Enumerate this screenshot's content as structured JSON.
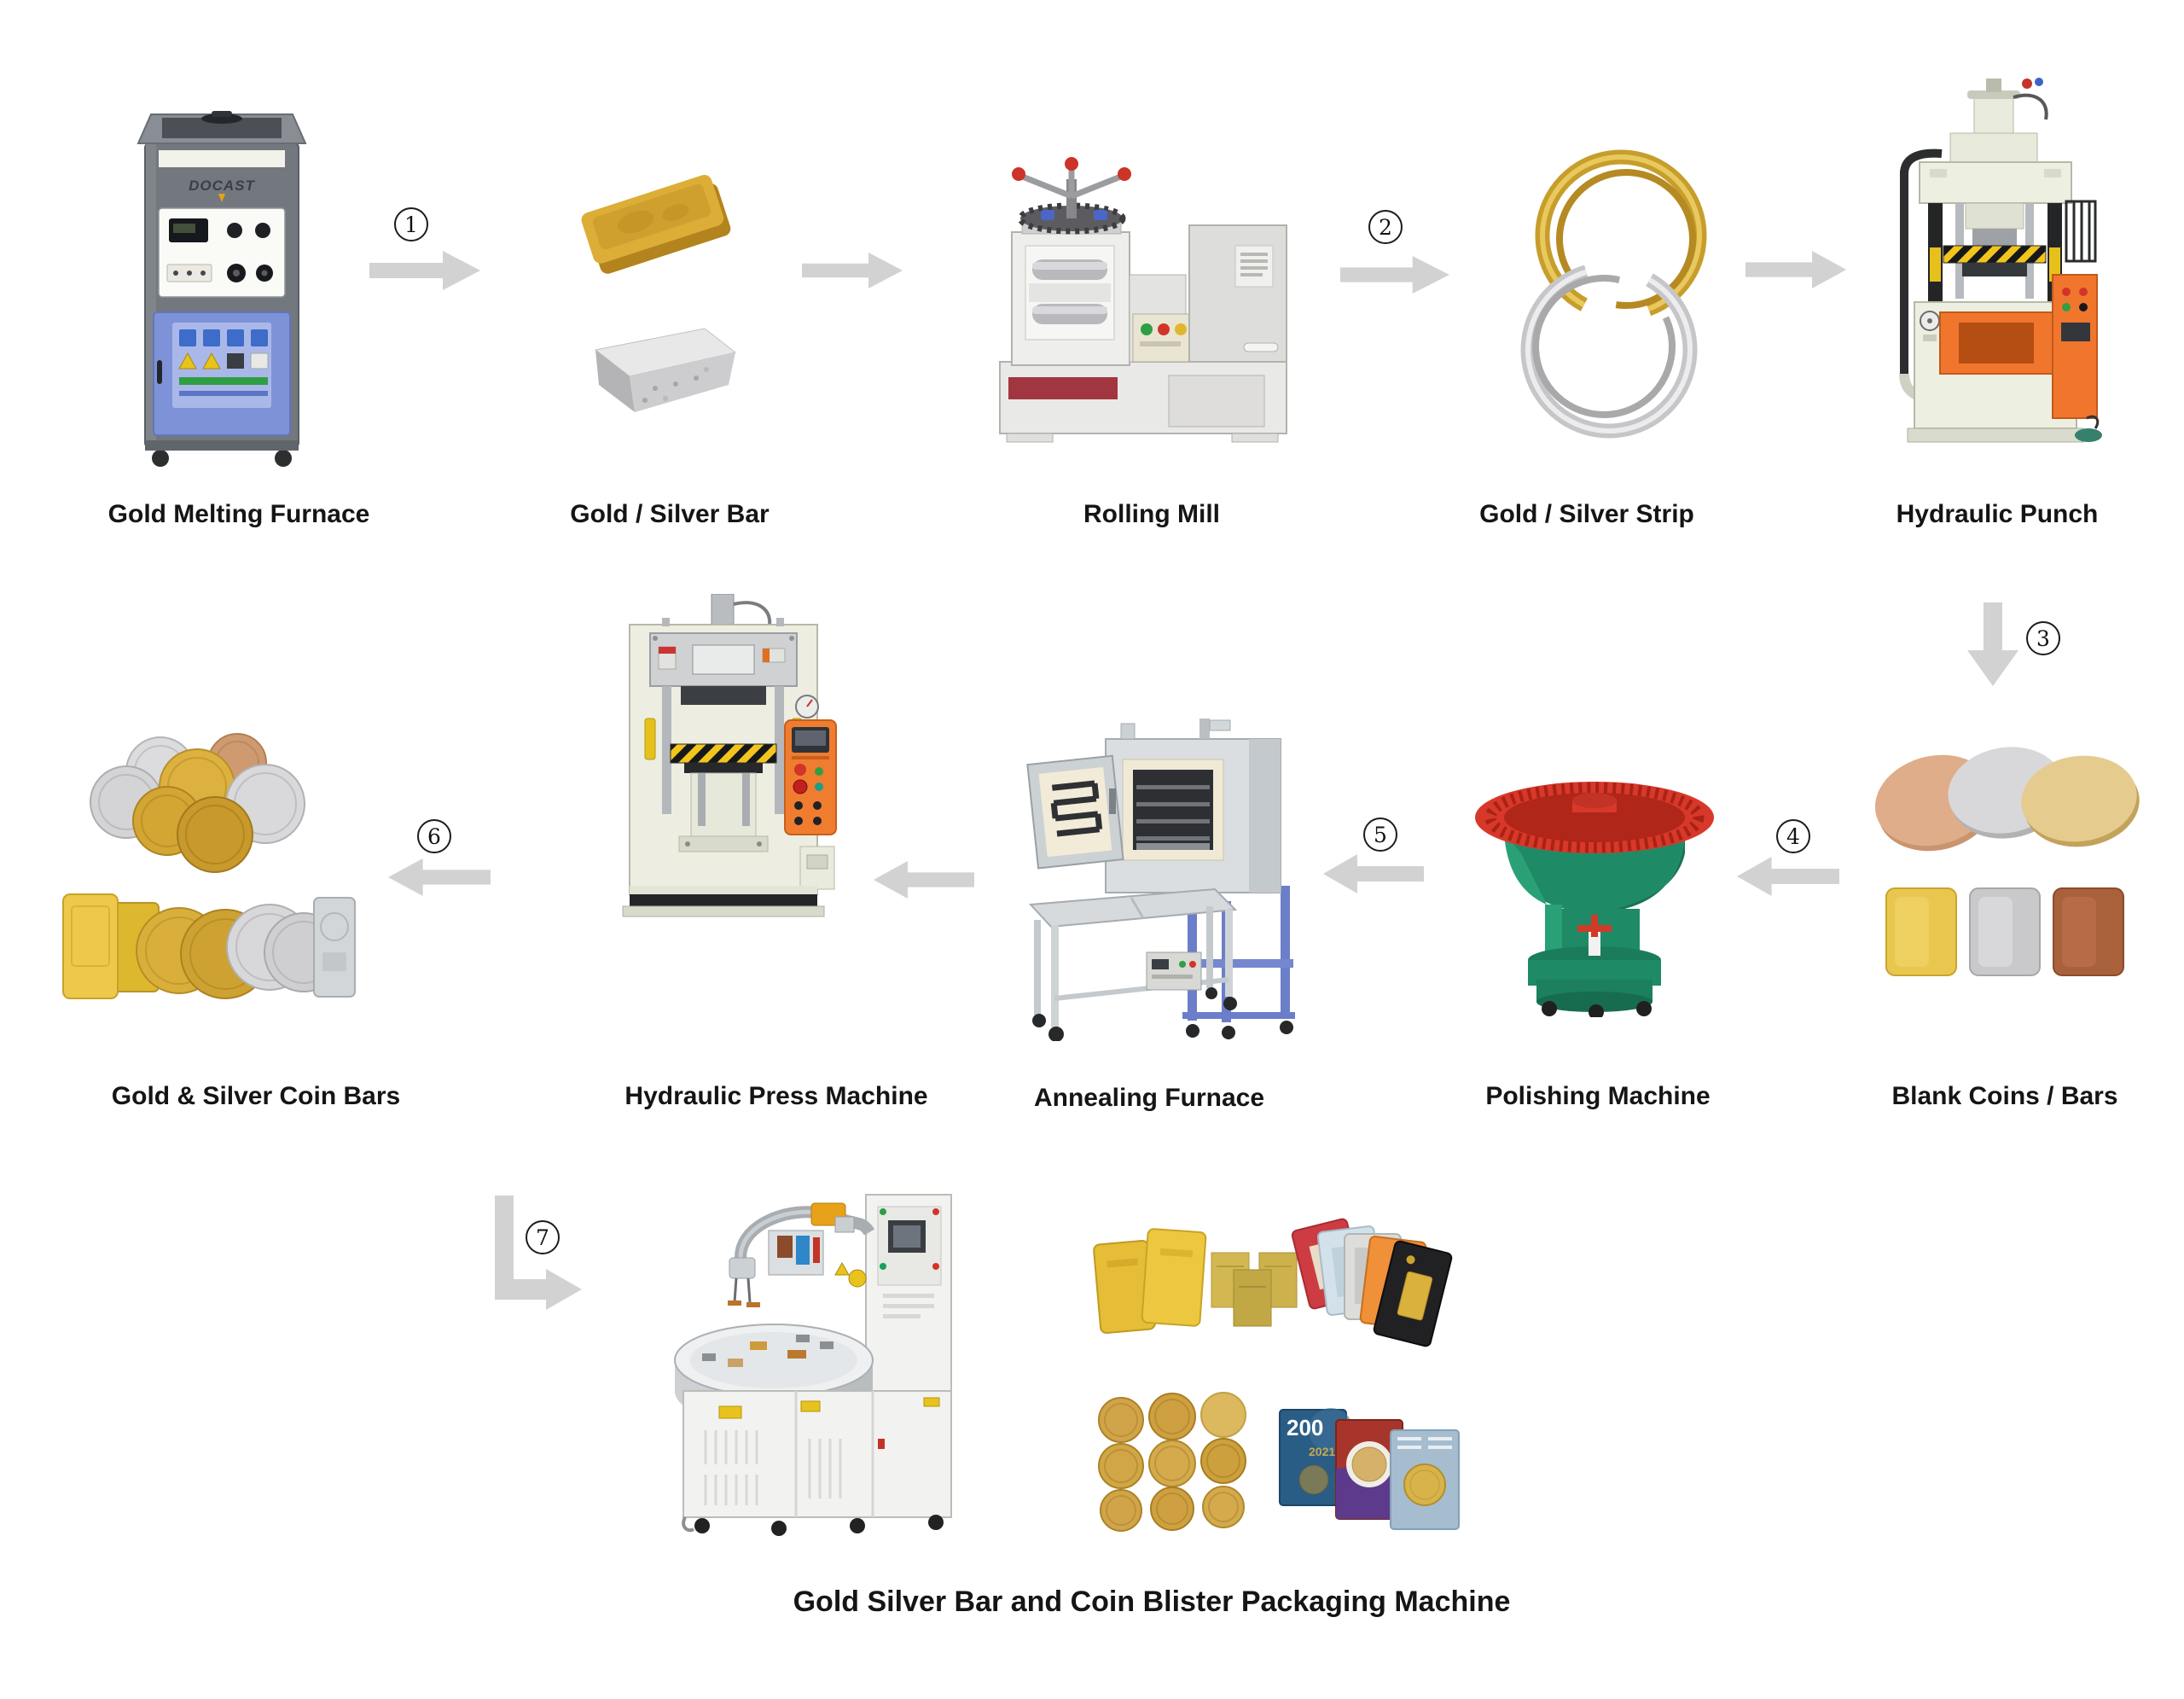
{
  "diagram": {
    "background": "#ffffff",
    "machines": {
      "furnace": "Gold Melting Furnace",
      "bar": "Gold / Silver Bar",
      "rolling_mill": "Rolling Mill",
      "strip": "Gold / Silver Strip",
      "punch": "Hydraulic Punch",
      "coin_bars": "Gold & Silver Coin Bars",
      "press": "Hydraulic Press Machine",
      "annealing": "Annealing Furnace",
      "polishing": "Polishing Machine",
      "blanks": "Blank Coins / Bars",
      "packaging": "Gold Silver Bar and Coin Blister Packaging Machine"
    },
    "markers": {
      "m1": "1",
      "m2": "2",
      "m3": "3",
      "m4": "4",
      "m5": "5",
      "m6": "6",
      "m7": "7"
    },
    "furnace_brand": "DOCAST",
    "card_text": {
      "number": "200",
      "year": "2021"
    },
    "flow_sequence": [
      "Gold Melting Furnace",
      "Gold / Silver Bar",
      "Rolling Mill",
      "Gold / Silver Strip",
      "Hydraulic Punch",
      "Blank Coins / Bars",
      "Polishing Machine",
      "Annealing Furnace",
      "Hydraulic Press Machine",
      "Gold & Silver Coin Bars",
      "Gold Silver Bar and Coin Blister Packaging Machine"
    ],
    "colors": {
      "arrow": "#d2d2d2",
      "label_text": "#151515",
      "furnace_blue": "#7e92d8",
      "machine_cream": "#edefe1",
      "accent_orange": "#f0762d",
      "hazard_yellow": "#e6c11c",
      "polisher_green": "#1f8a66",
      "polisher_red": "#d8382a",
      "stand_blue": "#6b7ec9",
      "gold": "#d9ae3a",
      "silver": "#c9c9cb",
      "copper": "#a9613c",
      "rolling_red": "#a23640"
    }
  }
}
